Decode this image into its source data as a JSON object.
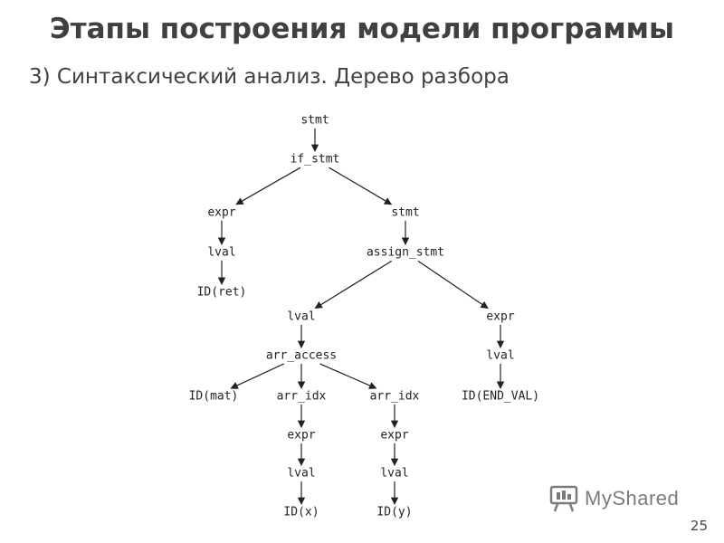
{
  "slide": {
    "title": "Этапы построения модели программы",
    "subtitle": "3) Синтаксический анализ. Дерево разбора",
    "page_number": "25"
  },
  "watermark": {
    "text": "MyShared",
    "icon": "presentation-board-icon"
  },
  "diagram": {
    "nodes": [
      {
        "id": "n1",
        "label": "stmt"
      },
      {
        "id": "n2",
        "label": "if_stmt"
      },
      {
        "id": "n3",
        "label": "expr"
      },
      {
        "id": "n4",
        "label": "stmt"
      },
      {
        "id": "n5",
        "label": "lval"
      },
      {
        "id": "n6",
        "label": "assign_stmt"
      },
      {
        "id": "n7",
        "label": "ID(ret)"
      },
      {
        "id": "n8",
        "label": "lval"
      },
      {
        "id": "n9",
        "label": "expr"
      },
      {
        "id": "n10",
        "label": "arr_access"
      },
      {
        "id": "n11",
        "label": "lval"
      },
      {
        "id": "n12",
        "label": "ID(mat)"
      },
      {
        "id": "n13",
        "label": "arr_idx"
      },
      {
        "id": "n14",
        "label": "arr_idx"
      },
      {
        "id": "n15",
        "label": "ID(END_VAL)"
      },
      {
        "id": "n16",
        "label": "expr"
      },
      {
        "id": "n17",
        "label": "expr"
      },
      {
        "id": "n18",
        "label": "lval"
      },
      {
        "id": "n19",
        "label": "lval"
      },
      {
        "id": "n20",
        "label": "ID(x)"
      },
      {
        "id": "n21",
        "label": "ID(y)"
      }
    ],
    "edges": [
      [
        "n1",
        "n2"
      ],
      [
        "n2",
        "n3"
      ],
      [
        "n2",
        "n4"
      ],
      [
        "n3",
        "n5"
      ],
      [
        "n5",
        "n7"
      ],
      [
        "n4",
        "n6"
      ],
      [
        "n6",
        "n8"
      ],
      [
        "n6",
        "n9"
      ],
      [
        "n8",
        "n10"
      ],
      [
        "n9",
        "n11"
      ],
      [
        "n11",
        "n15"
      ],
      [
        "n10",
        "n12"
      ],
      [
        "n10",
        "n13"
      ],
      [
        "n10",
        "n14"
      ],
      [
        "n13",
        "n16"
      ],
      [
        "n14",
        "n17"
      ],
      [
        "n16",
        "n18"
      ],
      [
        "n17",
        "n19"
      ],
      [
        "n18",
        "n20"
      ],
      [
        "n19",
        "n21"
      ]
    ]
  }
}
